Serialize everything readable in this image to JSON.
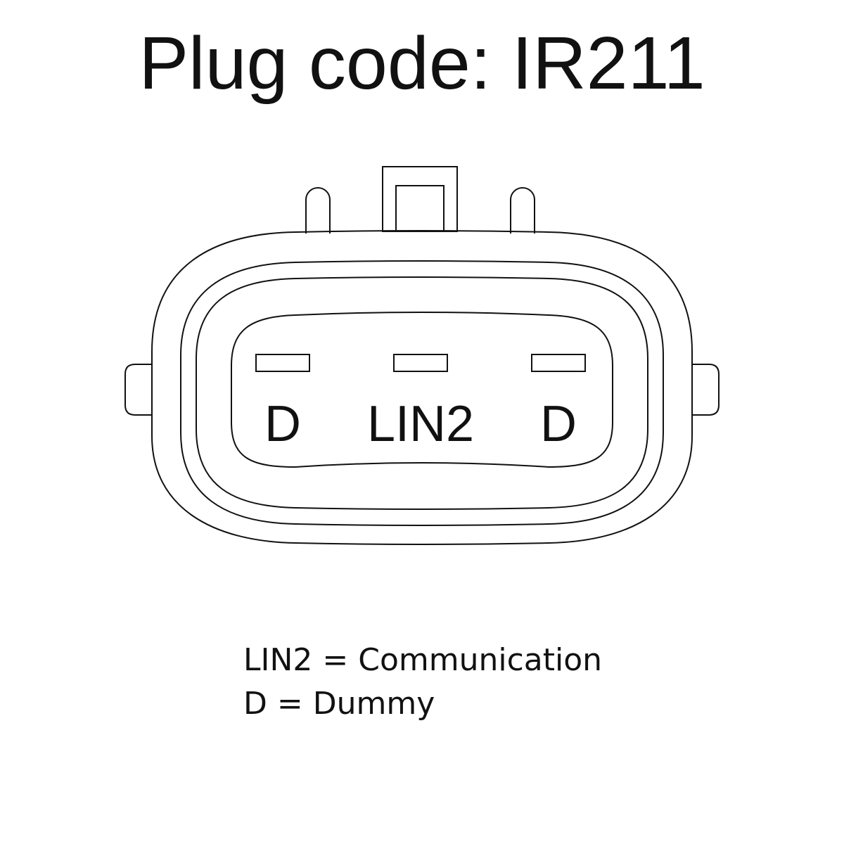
{
  "title": "Plug code: IR211",
  "pins": [
    {
      "label": "D"
    },
    {
      "label": "LIN2"
    },
    {
      "label": "D"
    }
  ],
  "legend": [
    {
      "text": "LIN2 = Communication"
    },
    {
      "text": "D = Dummy"
    }
  ],
  "colors": {
    "stroke": "#111111",
    "background": "#ffffff"
  }
}
